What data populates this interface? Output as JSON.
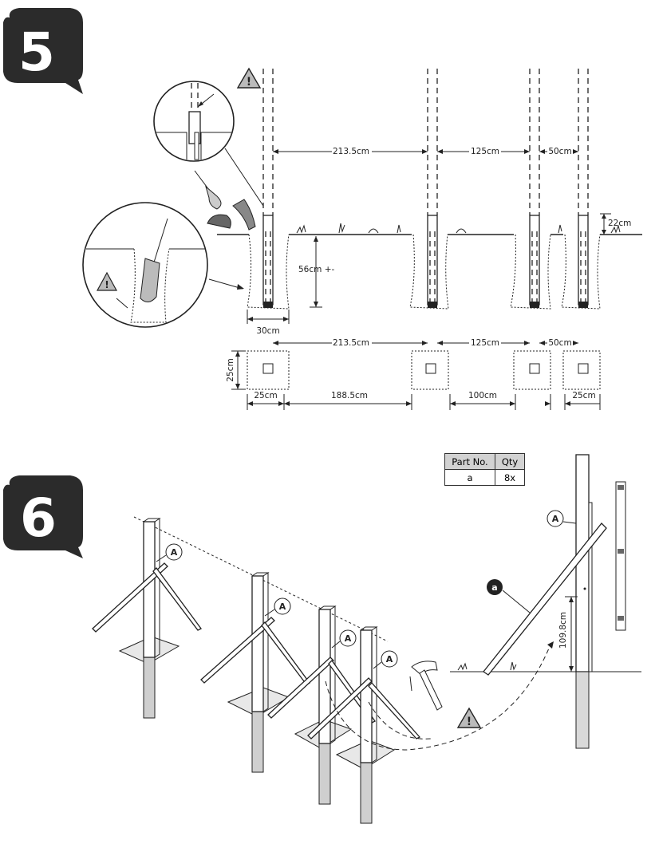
{
  "steps": [
    {
      "number": "5"
    },
    {
      "number": "6"
    }
  ],
  "step5": {
    "top_spacings": [
      "213.5cm",
      "125cm",
      "50cm"
    ],
    "height_above_ground": "22cm",
    "depth": "56cm +-",
    "hole_width": "30cm",
    "plan_spacings": [
      "213.5cm",
      "125cm",
      "50cm"
    ],
    "plan_side": "25cm",
    "plan_bottom": [
      "25cm",
      "188.5cm",
      "100cm",
      "25cm"
    ]
  },
  "step6": {
    "parts_table": {
      "headers": [
        "Part No.",
        "Qty"
      ],
      "rows": [
        [
          "a",
          "8x"
        ]
      ]
    },
    "post_label": "A",
    "part_label": "a",
    "brace_height": "109.8cm"
  },
  "colors": {
    "ink": "#222222",
    "bubble": "#2b2b2b",
    "concrete": "#cfcfcf"
  }
}
